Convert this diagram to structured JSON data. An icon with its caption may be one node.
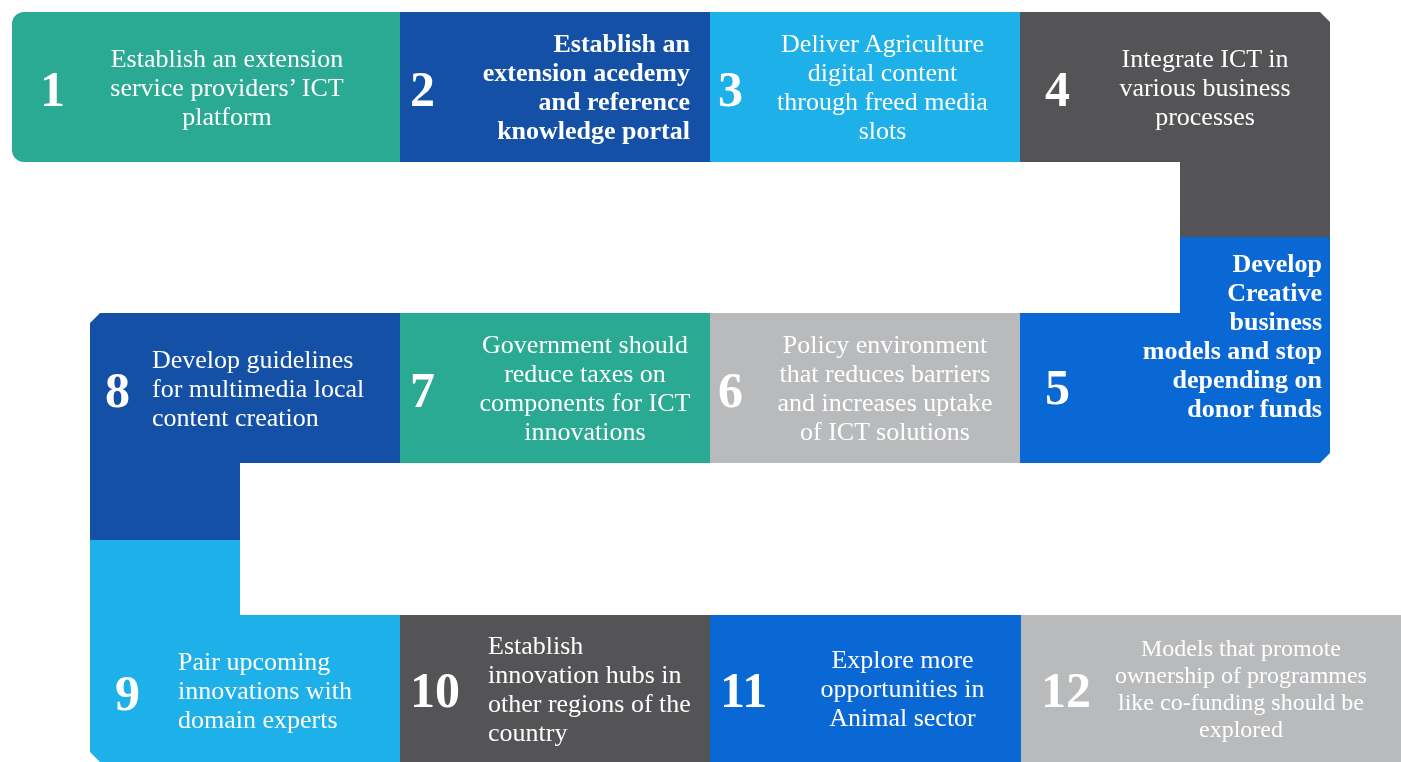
{
  "diagram": {
    "nodes": [
      {
        "text": [
          "1",
          "Establish an extension service providers’ ICT platform"
        ]
      },
      {
        "text": [
          "2",
          "Establish an extension acedemy and reference knowledge portal"
        ]
      },
      {
        "text": [
          "3",
          "Deliver Agriculture digital content through freed media slots"
        ]
      },
      {
        "text": [
          "4",
          "Integrate ICT in various business processes"
        ]
      },
      {
        "text": [
          "5",
          "Develop Creative business models and stop depending on donor funds"
        ]
      },
      {
        "text": [
          "6",
          "Policy environment that reduces barriers and increases uptake of ICT solutions"
        ]
      },
      {
        "text": [
          "7",
          "Government should reduce taxes on components for ICT innovations"
        ]
      },
      {
        "text": [
          "8",
          "Develop guidelines for multimedia local content creation"
        ]
      },
      {
        "text": [
          "9",
          "Pair upcoming innovations with domain experts"
        ]
      },
      {
        "text": [
          "10",
          "Establish innovation hubs in other regions of the country"
        ]
      },
      {
        "text": [
          "11",
          "Explore more opportunities in Animal sector"
        ]
      },
      {
        "text": [
          "12",
          "Models that promote ownership of programmes like co-funding should be explored"
        ]
      }
    ]
  }
}
